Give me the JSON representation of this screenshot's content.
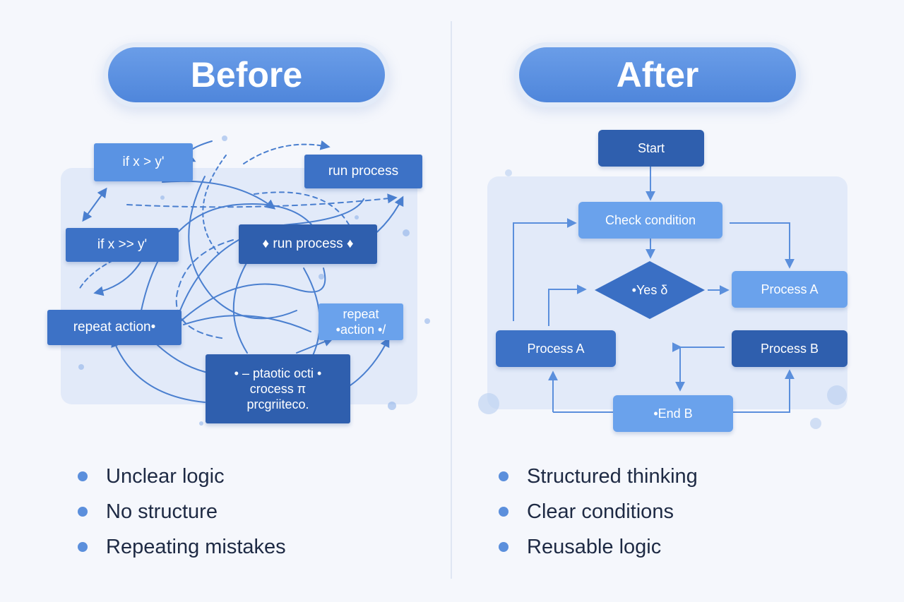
{
  "before": {
    "title": "Before",
    "nodes": {
      "if1": "if x > y'",
      "run1": "run process",
      "if2": "if x >> y'",
      "run2": "♦ run process ♦",
      "repeat1": "repeat action•",
      "repeat2_line1": "repeat",
      "repeat2_line2": "•action •/",
      "chaos_line1": "• – ptaotic octi •",
      "chaos_line2": "crocess π",
      "chaos_line3": "prcgriiteco."
    },
    "bullets": [
      "Unclear logic",
      "No structure",
      "Repeating mistakes"
    ]
  },
  "after": {
    "title": "After",
    "nodes": {
      "start": "Start",
      "check": "Check condition",
      "decision": "•Yes δ",
      "process_a_right": "Process A",
      "process_a_left": "Process A",
      "process_b": "Process B",
      "end": "•End B"
    },
    "bullets": [
      "Structured thinking",
      "Clear conditions",
      "Reusable logic"
    ]
  },
  "colors": {
    "accent": "#4f86db",
    "dark_box": "#2f5fae",
    "light_box": "#6aa2ec",
    "background": "#f5f7fc"
  }
}
